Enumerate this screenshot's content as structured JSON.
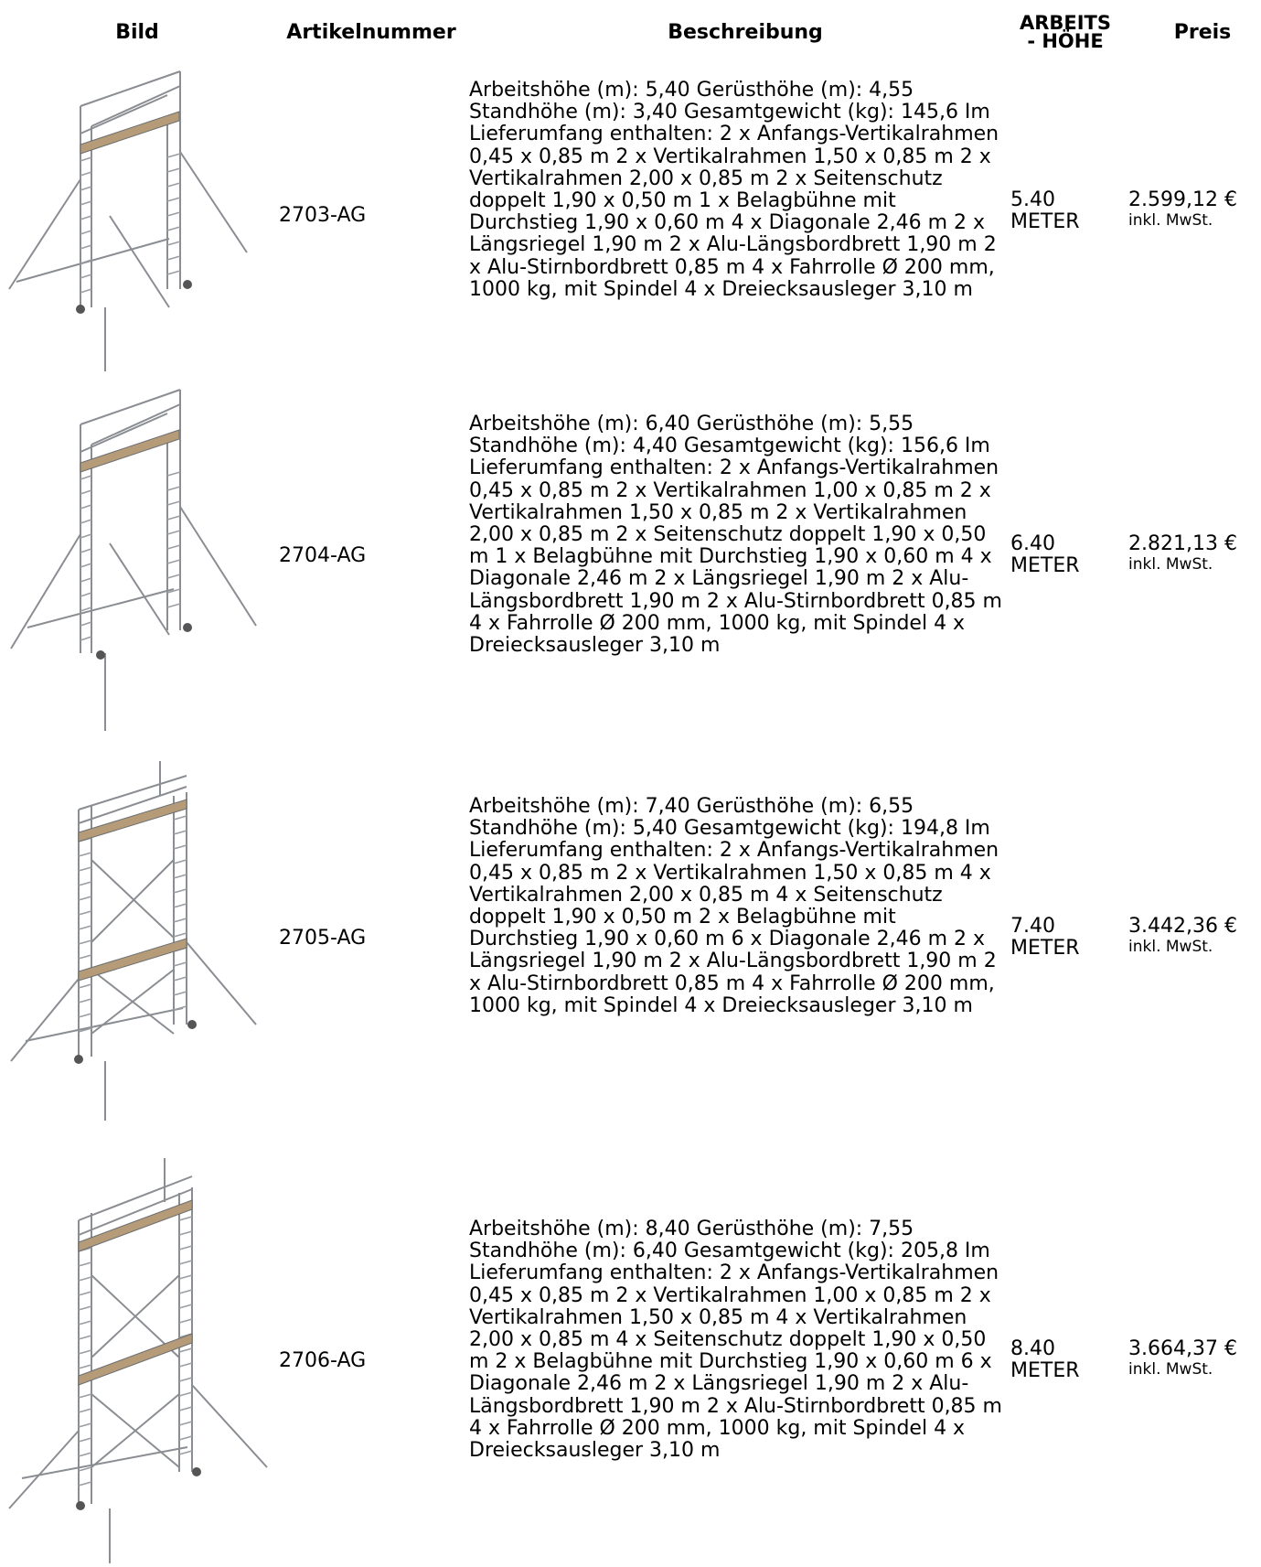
{
  "header": {
    "bild": "Bild",
    "artikelnummer": "Artikelnummer",
    "beschreibung": "Beschreibung",
    "hoehe_line1": "ARBEITS",
    "hoehe_line2": "- HÖHE",
    "preis": "Preis"
  },
  "rows": [
    {
      "image_icon": "scaffold-tower-image",
      "article": "2703-AG",
      "description": "Arbeitshöhe (m): 5,40 Gerüsthöhe (m): 4,55 Standhöhe (m): 3,40 Gesamtgewicht (kg): 145,6 Im Lieferumfang enthalten: 2 x Anfangs-Vertikalrahmen 0,45 x 0,85 m 2 x Vertikalrahmen 1,50 x 0,85 m 2 x Vertikalrahmen 2,00 x 0,85 m 2 x Seitenschutz doppelt 1,90 x 0,50 m 1 x Belagbühne mit Durchstieg 1,90 x 0,60 m 4 x Diagonale 2,46 m 2 x Längsriegel 1,90 m 2 x Alu-Längsbordbrett 1,90 m 2 x Alu-Stirnbordbrett 0,85 m 4 x Fahrrolle Ø 200 mm, 1000 kg, mit Spindel 4 x Dreiecksausleger 3,10 m",
      "height_value": "5.40",
      "height_unit": "METER",
      "price": "2.599,12 €",
      "tax_note": "inkl. MwSt."
    },
    {
      "image_icon": "scaffold-tower-image",
      "article": "2704-AG",
      "description": "Arbeitshöhe (m): 6,40 Gerüsthöhe (m): 5,55 Standhöhe (m): 4,40 Gesamtgewicht (kg): 156,6 Im Lieferumfang enthalten: 2 x Anfangs-Vertikalrahmen 0,45 x 0,85 m 2 x Vertikalrahmen 1,00 x 0,85 m 2 x Vertikalrahmen 1,50 x 0,85 m 2 x Vertikalrahmen 2,00 x 0,85 m 2 x Seitenschutz doppelt 1,90 x 0,50 m 1 x Belagbühne mit Durchstieg 1,90 x 0,60 m 4 x Diagonale 2,46 m 2 x Längsriegel 1,90 m 2 x Alu-Längsbordbrett 1,90 m 2 x Alu-Stirnbordbrett 0,85 m 4 x Fahrrolle Ø 200 mm, 1000 kg, mit Spindel 4 x Dreiecksausleger 3,10 m",
      "height_value": "6.40",
      "height_unit": "METER",
      "price": "2.821,13 €",
      "tax_note": "inkl. MwSt."
    },
    {
      "image_icon": "scaffold-tower-image",
      "article": "2705-AG",
      "description": "Arbeitshöhe (m): 7,40 Gerüsthöhe (m): 6,55 Standhöhe (m): 5,40 Gesamtgewicht (kg): 194,8 Im Lieferumfang enthalten: 2 x Anfangs-Vertikalrahmen 0,45 x 0,85 m 2 x Vertikalrahmen 1,50 x 0,85 m 4 x Vertikalrahmen 2,00 x 0,85 m 4 x Seitenschutz doppelt 1,90 x 0,50 m 2 x Belagbühne mit Durchstieg 1,90 x 0,60 m 6 x Diagonale 2,46 m 2 x Längsriegel 1,90 m 2 x Alu-Längsbordbrett 1,90 m 2 x Alu-Stirnbordbrett 0,85 m 4 x Fahrrolle Ø 200 mm, 1000 kg, mit Spindel 4 x Dreiecksausleger 3,10 m",
      "height_value": "7.40",
      "height_unit": "METER",
      "price": "3.442,36 €",
      "tax_note": "inkl. MwSt."
    },
    {
      "image_icon": "scaffold-tower-image",
      "article": "2706-AG",
      "description": "Arbeitshöhe (m): 8,40 Gerüsthöhe (m): 7,55 Standhöhe (m): 6,40 Gesamtgewicht (kg): 205,8 Im Lieferumfang enthalten: 2 x Anfangs-Vertikalrahmen 0,45 x 0,85 m 2 x Vertikalrahmen 1,00 x 0,85 m 2 x Vertikalrahmen 1,50 x 0,85 m 4 x Vertikalrahmen 2,00 x 0,85 m 4 x Seitenschutz doppelt 1,90 x 0,50 m 2 x Belagbühne mit Durchstieg 1,90 x 0,60 m 6 x Diagonale 2,46 m 2 x Längsriegel 1,90 m 2 x Alu-Längsbordbrett 1,90 m 2 x Alu-Stirnbordbrett 0,85 m 4 x Fahrrolle Ø 200 mm, 1000 kg, mit Spindel 4 x Dreiecksausleger 3,10 m",
      "height_value": "8.40",
      "height_unit": "METER",
      "price": "3.664,37 €",
      "tax_note": "inkl. MwSt."
    }
  ]
}
